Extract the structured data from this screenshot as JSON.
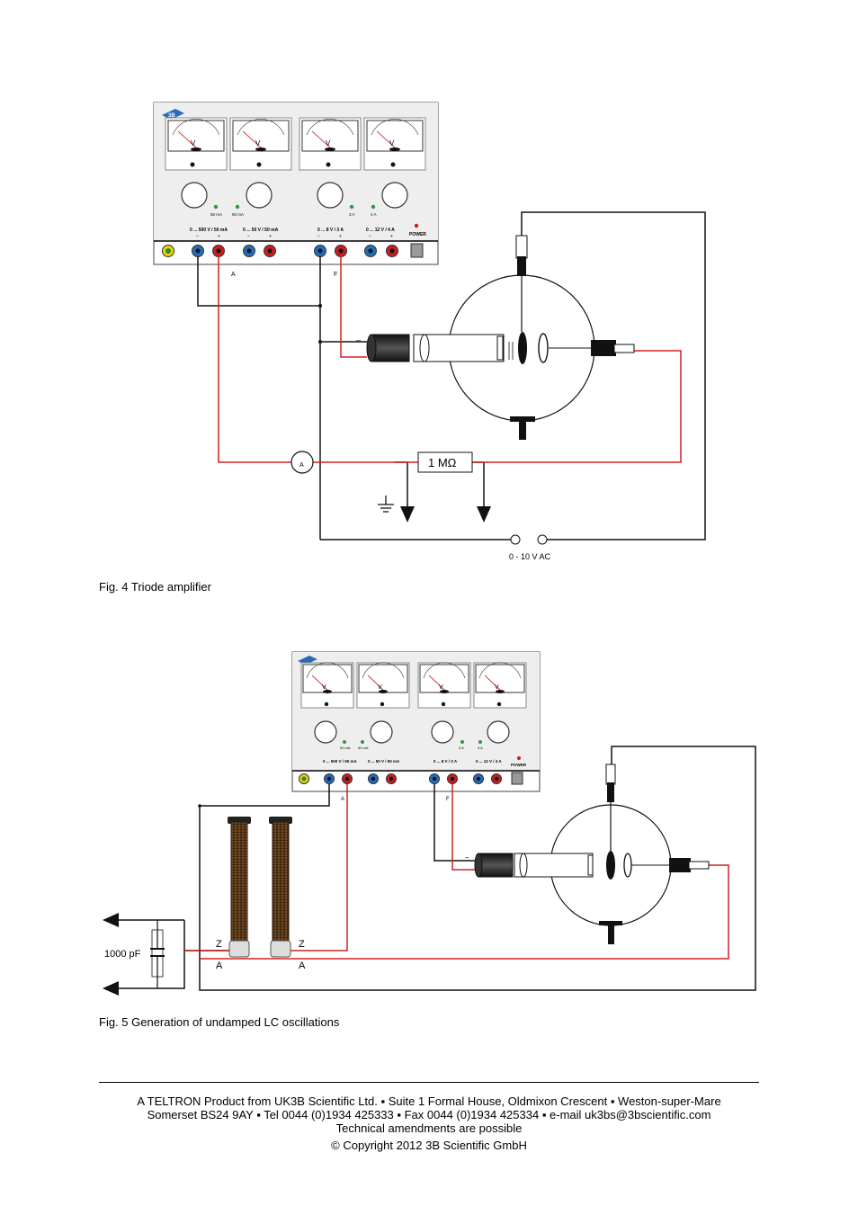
{
  "brand": "3B",
  "psu": {
    "meter_unit": "V",
    "power_label": "POWER",
    "power_states": [
      "1",
      "0"
    ],
    "fig4": {
      "channel_labels": [
        "0 ... 500 V / 50 mA",
        "0 ... 50 V / 50 mA",
        "0 ... 8 V / 3 A",
        "0 ... 12 V / 4 A"
      ],
      "limit_labels": [
        "50 mA",
        "50 mA",
        "3 A",
        "4 A"
      ]
    },
    "fig5": {
      "channel_labels": [
        "0 ... 500 V / 50 mA",
        "0 ... 50 V / 50 mA",
        "0 ... 8 V / 3 A",
        "0 ... 12 V / 4 A"
      ],
      "limit_labels": [
        "50 mA",
        "50 mA",
        "3 A",
        "4 A"
      ]
    },
    "minus": "–",
    "plus": "+"
  },
  "fig4": {
    "terminal_a": "A",
    "terminal_f": "F",
    "ammeter": "A",
    "resistor": "1 MΩ",
    "ac_label": "0 - 10 V AC",
    "cathode_sign": "–",
    "caption": "Fig. 4 Triode amplifier"
  },
  "fig5": {
    "terminal_a": "A",
    "terminal_f": "F",
    "coil_top_labels": [
      "Z",
      "Z"
    ],
    "coil_bottom_labels": [
      "A",
      "A"
    ],
    "capacitor": "1000 pF",
    "cathode_sign": "–",
    "caption": "Fig. 5 Generation of undamped LC oscillations"
  },
  "footer": {
    "line1": "A TELTRON Product from UK3B Scientific Ltd. ▪ Suite 1 Formal House, Oldmixon Crescent ▪ Weston-super-Mare",
    "line2": "Somerset BS24 9AY ▪ Tel 0044 (0)1934 425333 ▪ Fax 0044 (0)1934 425334 ▪ e-mail uk3bs@3bscientific.com",
    "line3": "Technical amendments are possible",
    "line4": "© Copyright 2012 3B Scientific GmbH"
  },
  "colors": {
    "wire_red": "#d42020",
    "wire_black": "#111111",
    "socket_blue": "#1f6fc0",
    "socket_red": "#c81e1e",
    "socket_yellow": "#e8d400"
  }
}
